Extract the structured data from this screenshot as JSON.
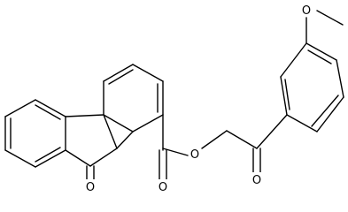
{
  "structure": {
    "type": "chemical-structure",
    "atoms": [
      {
        "name": "carbonyl-oxygen-ketone",
        "label": "O"
      },
      {
        "name": "ester-carbonyl-oxygen",
        "label": "O"
      },
      {
        "name": "ester-oxygen",
        "label": "O"
      },
      {
        "name": "ketone-oxygen",
        "label": "O"
      },
      {
        "name": "methoxy-oxygen",
        "label": "O"
      }
    ]
  }
}
